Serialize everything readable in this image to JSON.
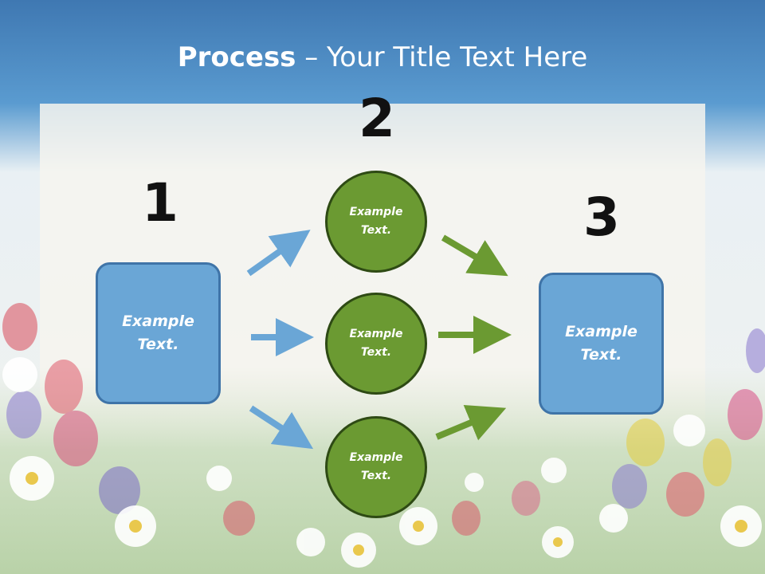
{
  "title": {
    "bold": "Process",
    "rest": " – Your Title Text Here"
  },
  "steps": {
    "one": "1",
    "two": "2",
    "three": "3"
  },
  "nodes": {
    "left_box": [
      "Example",
      "Text."
    ],
    "circle_top": [
      "Example",
      "Text."
    ],
    "circle_mid": [
      "Example",
      "Text."
    ],
    "circle_bottom": [
      "Example",
      "Text."
    ],
    "right_box": [
      "Example",
      "Text."
    ]
  },
  "colors": {
    "box_fill": "#6aa6d6",
    "circle_fill": "#6b9a32",
    "blue_arrow": "#6aa6d6",
    "green_arrow": "#6b9a32"
  }
}
